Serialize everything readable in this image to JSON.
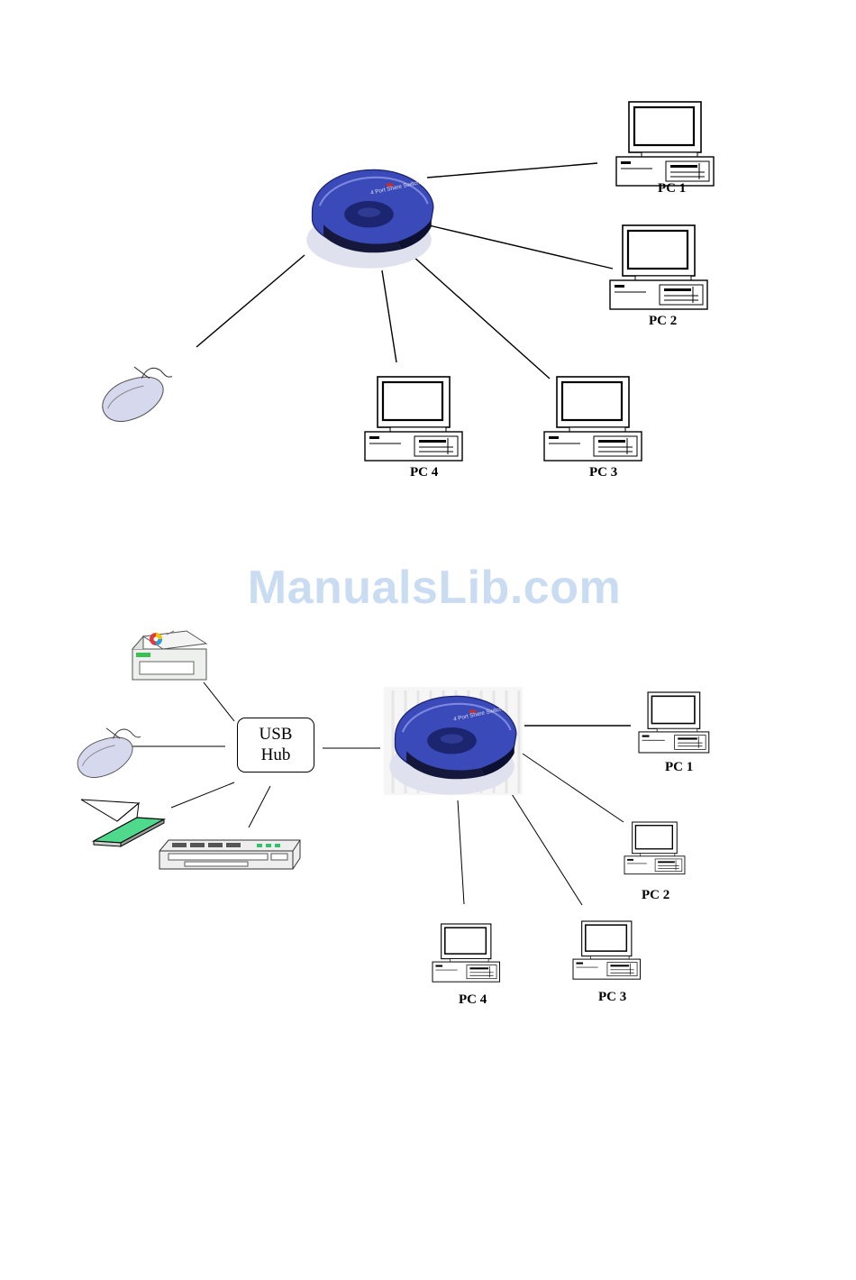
{
  "diagram1": {
    "pc_labels": [
      "PC 1",
      "PC 2",
      "PC 3",
      "PC 4"
    ]
  },
  "diagram2": {
    "hub_label_line1": "USB",
    "hub_label_line2": "Hub",
    "pc_labels": [
      "PC 1",
      "PC 2",
      "PC 3",
      "PC 4"
    ]
  },
  "watermark": "ManualsLib.com",
  "icons": [
    "sharing-switch-icon",
    "computer-icon",
    "mouse-icon",
    "printer-icon",
    "scanner-icon",
    "keyboard-icon"
  ],
  "colors": {
    "switch_blue": "#3a4ab8",
    "watermark": "#c9dcf2",
    "scanner_green": "#4fd98c"
  }
}
